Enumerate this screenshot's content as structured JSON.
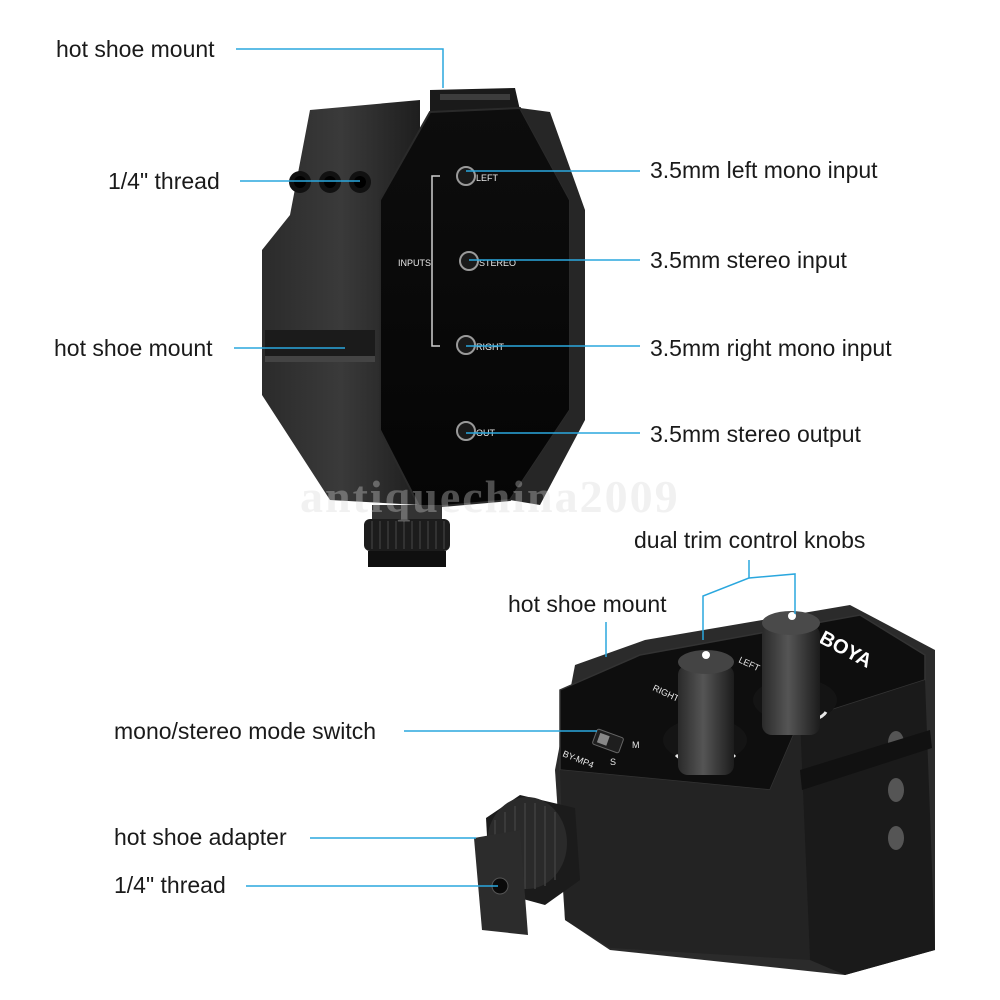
{
  "accent_line_color": "#2aa7de",
  "callouts": {
    "top_hot_shoe_mount": "hot shoe mount",
    "top_quarter_thread": "1/4\" thread",
    "mid_hot_shoe_mount": "hot shoe mount",
    "left_mono_input": "3.5mm left mono input",
    "stereo_input": "3.5mm stereo input",
    "right_mono_input": "3.5mm right mono input",
    "stereo_output": "3.5mm stereo output",
    "trim_knobs": "dual trim control knobs",
    "bottom_hot_shoe_mount": "hot shoe mount",
    "mode_switch": "mono/stereo mode switch",
    "hot_shoe_adapter": "hot shoe adapter",
    "bottom_quarter_thread": "1/4\" thread"
  },
  "device_labels": {
    "left": "LEFT",
    "inputs": "INPUTS",
    "stereo": "STEREO",
    "right": "RIGHT",
    "out": "OUT",
    "brand": "BOYA",
    "model": "BY-MP4",
    "switch_s": "S",
    "switch_m": "M",
    "knob_left": "LEFT",
    "knob_right": "RIGHT"
  },
  "watermark": "antiquechina2009"
}
